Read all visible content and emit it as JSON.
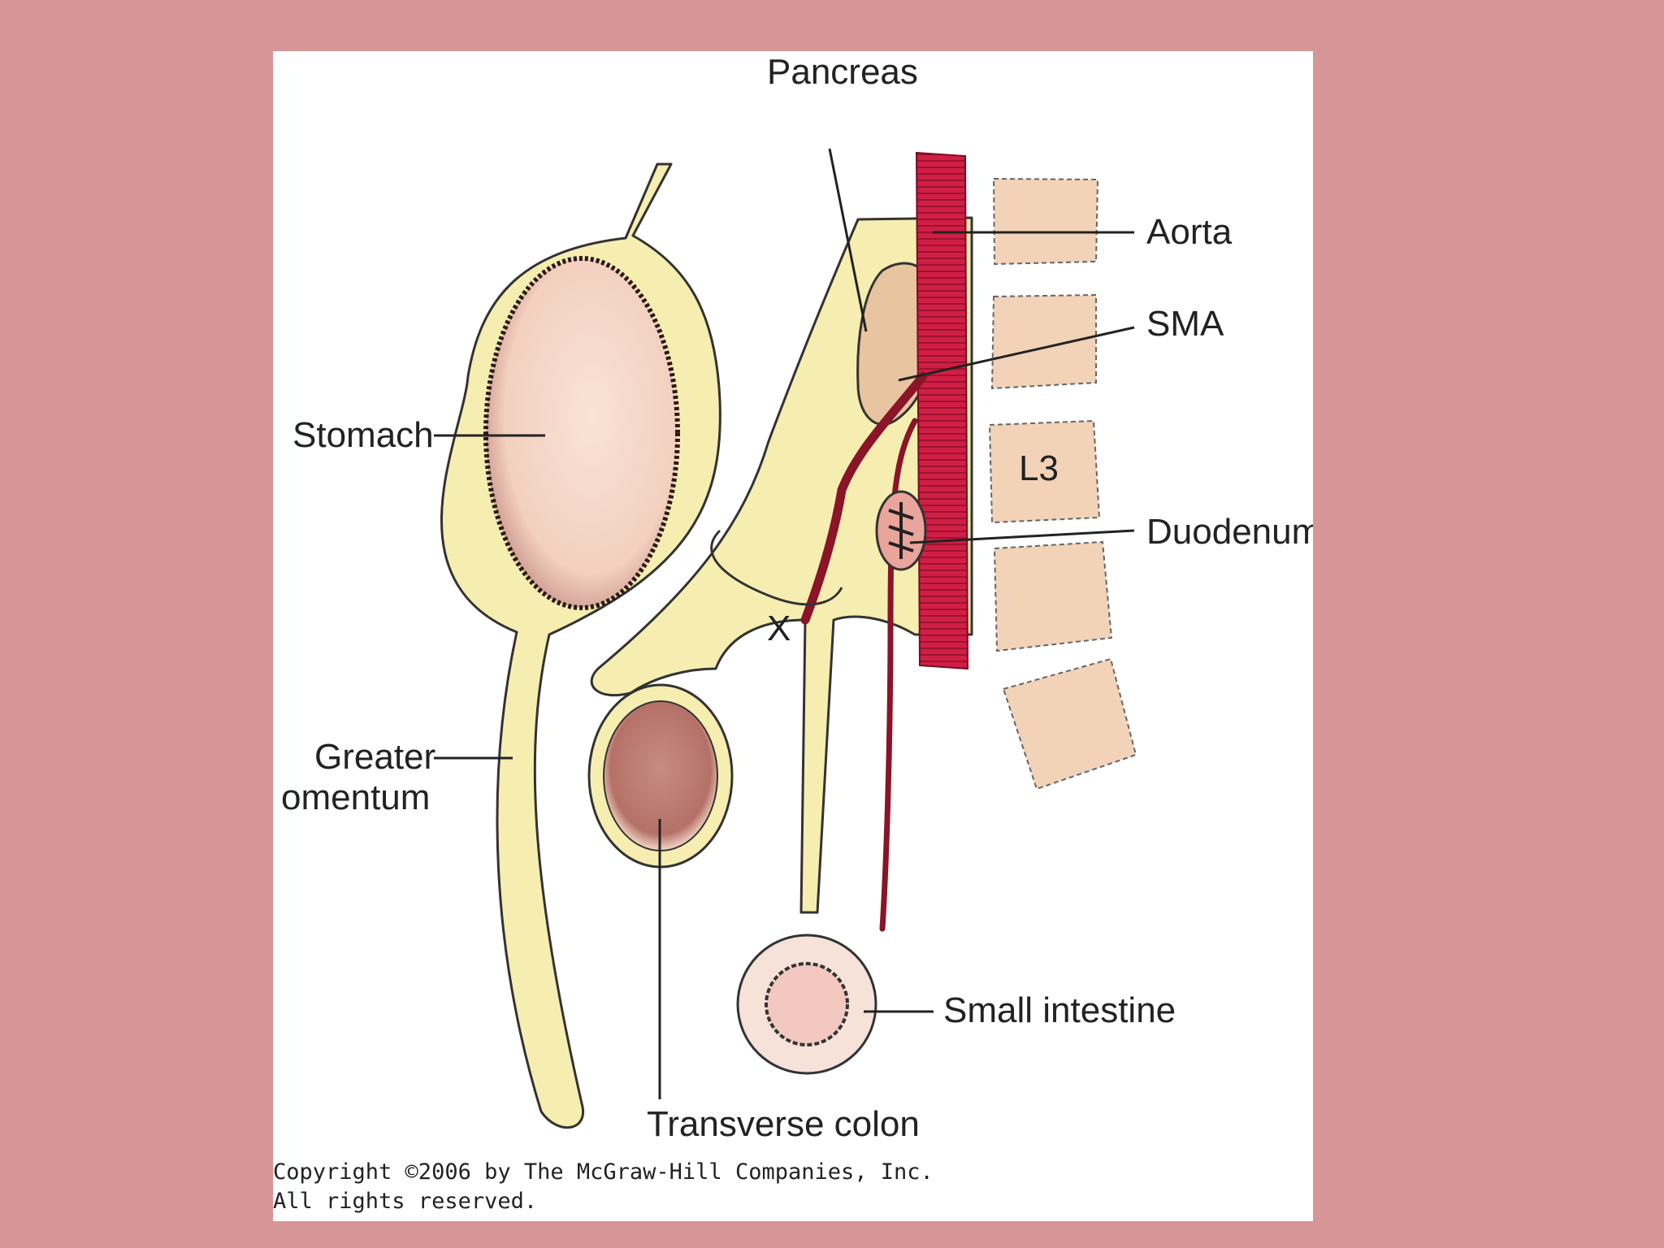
{
  "labels": {
    "pancreas": "Pancreas",
    "aorta": "Aorta",
    "sma": "SMA",
    "stomach": "Stomach",
    "l3": "L3",
    "duodenum": "Duodenum",
    "x_mark": "X",
    "greater_omentum_1": "Greater",
    "greater_omentum_2": "omentum",
    "small_intestine": "Small intestine",
    "transverse_colon": "Transverse colon"
  },
  "copyright": {
    "line1": "Copyright ©2006 by The McGraw-Hill Companies, Inc.",
    "line2": "All rights reserved."
  },
  "colors": {
    "background": "#d69597",
    "peritoneum": "#f6eeb0",
    "aorta": "#d11e45",
    "vertebra": "#f2d3b8",
    "stomach": "#f7dccd",
    "colon": "#bf8078",
    "intestine": "#f3c8c0"
  }
}
